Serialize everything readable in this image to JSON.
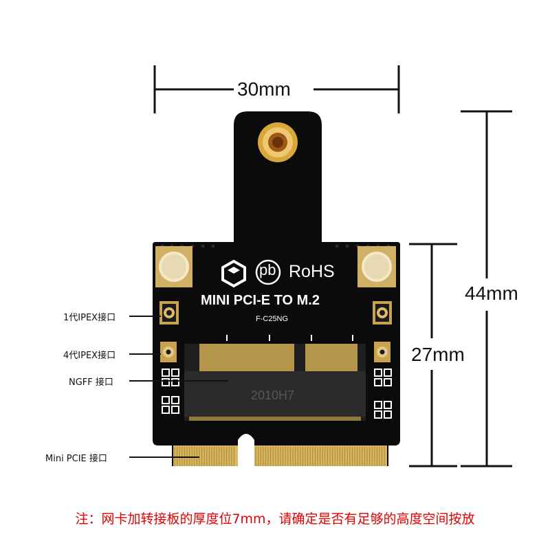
{
  "dimensions": {
    "width": "30mm",
    "total_height": "44mm",
    "board_height": "27mm"
  },
  "board": {
    "title": "MINI PCI-E TO M.2",
    "model": "F-C25NG",
    "rohs_label": "RoHS",
    "pb_label": "pb",
    "connector_marking": "2010H7"
  },
  "callouts": {
    "ipex1": "1代IPEX接口",
    "ipex4": "4代IPEX接口",
    "ngff": "NGFF 接口",
    "minipcie": "Mini PCIE 接口"
  },
  "note": "注：网卡加转接板的厚度位7mm，请确定是否有足够的高度空间按放",
  "colors": {
    "pcb": "#0b0b0b",
    "gold": "#d9b35a",
    "note_red": "#e00000"
  }
}
